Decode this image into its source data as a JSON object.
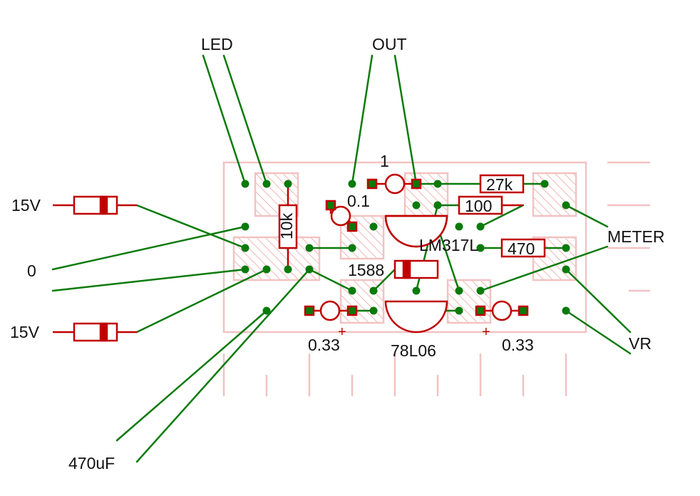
{
  "colors": {
    "board": "#f2c2c2",
    "hatch": "#f0b6b6",
    "wire": "#0a7a0a",
    "component": "#c00000",
    "pad": "#c00000",
    "dot": "#0a7a0a"
  },
  "labels": {
    "led": "LED",
    "out": "OUT",
    "v15_top": "15V",
    "zero": "0",
    "v15_bottom": "15V",
    "c470uf": "470uF",
    "meter": "METER",
    "vr": "VR",
    "r10k": "10k",
    "c1": "1",
    "r27k": "27k",
    "c01": "0.1",
    "r100": "100",
    "lm317": "LM317L",
    "r470": "470",
    "d1588": "1588",
    "c033_left": "0.33",
    "c033_right": "0.33",
    "reg78l06": "78L06",
    "plus_left": "+",
    "plus_right": "+"
  }
}
